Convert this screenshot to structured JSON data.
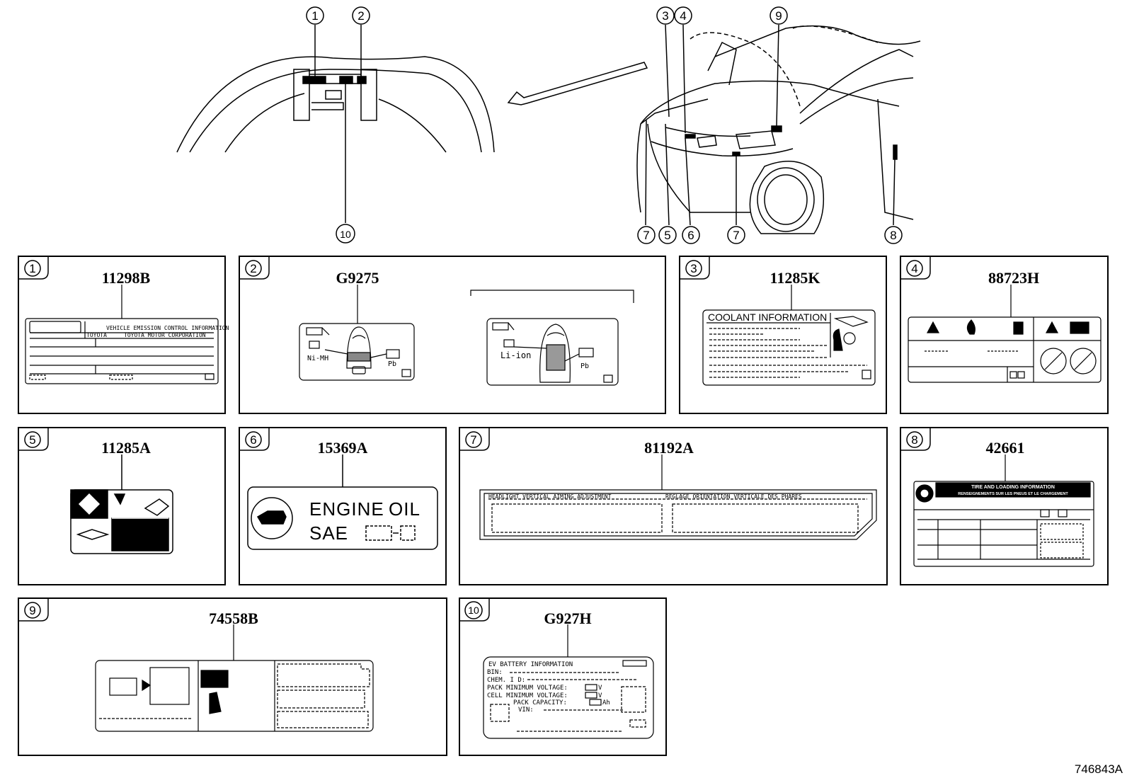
{
  "diagram_id": "746843A",
  "callouts_top": [
    "1",
    "2",
    "3",
    "4",
    "9",
    "10",
    "7",
    "5",
    "6",
    "7",
    "8"
  ],
  "panels": [
    {
      "num": "1",
      "part": "11298B",
      "text": [
        "VEHICLE EMISSION CONTROL INFORMATION",
        "TOYOTA",
        "TOYOTA MOTOR CORPORATION"
      ]
    },
    {
      "num": "2",
      "part": "G9275",
      "text": [
        "Ni-MH",
        "Pb",
        "Li-ion",
        "Pb"
      ]
    },
    {
      "num": "3",
      "part": "11285K",
      "text": [
        "COOLANT INFORMATION"
      ]
    },
    {
      "num": "4",
      "part": "88723H",
      "text": []
    },
    {
      "num": "5",
      "part": "11285A",
      "text": []
    },
    {
      "num": "6",
      "part": "15369A",
      "text": [
        "ENGINE",
        "OIL",
        "SAE"
      ]
    },
    {
      "num": "7",
      "part": "81192A",
      "text": [
        "HEADLIGHT VERTICAL AIMING ADJUSTMENT",
        "REGLAGE ORIENTATION VERTICALE DES PHARES"
      ]
    },
    {
      "num": "8",
      "part": "42661",
      "text": [
        "TIRE AND LOADING INFORMATION",
        "RENSEIGNEMENTS SUR LES PNEUS ET LE CHARGEMENT"
      ]
    },
    {
      "num": "9",
      "part": "74558B",
      "text": []
    },
    {
      "num": "10",
      "part": "G927H",
      "text": [
        "EV BATTERY INFORMATION",
        "BIN:",
        "CHEM. I D:",
        "PACK MINIMUM VOLTAGE:",
        "V",
        "CELL MINIMUM VOLTAGE:",
        "V",
        "PACK CAPACITY:",
        "Ah",
        "VIN:"
      ]
    }
  ]
}
